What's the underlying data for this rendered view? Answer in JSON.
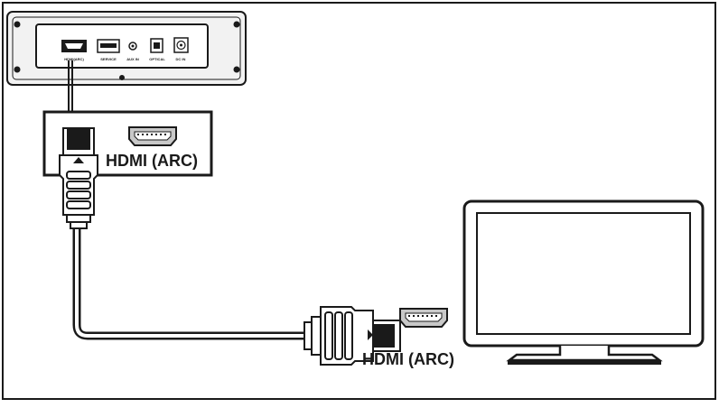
{
  "diagram": {
    "soundbar": {
      "ports": [
        {
          "id": "hdmi-arc",
          "label": "HDMI(ARC)",
          "icon": "hdmi-port-icon"
        },
        {
          "id": "service",
          "label": "SERVICE",
          "icon": "usb-port-icon"
        },
        {
          "id": "aux",
          "label": "AUX IN",
          "icon": "audio-jack-icon"
        },
        {
          "id": "optical",
          "label": "OPTICAL",
          "icon": "optical-port-icon"
        },
        {
          "id": "dcin",
          "label": "DC IN",
          "icon": "power-jack-icon"
        }
      ]
    },
    "callout": {
      "label": "HDMI (ARC)",
      "icon": "hdmi-port-icon"
    },
    "tv": {
      "port_label": "HDMI (ARC)",
      "icon": "hdmi-port-icon"
    },
    "colors": {
      "line": "#1a1a1a",
      "fill": "#ffffff",
      "panel": "#f2f2f2",
      "port_fill": "#c8c8c8"
    }
  }
}
